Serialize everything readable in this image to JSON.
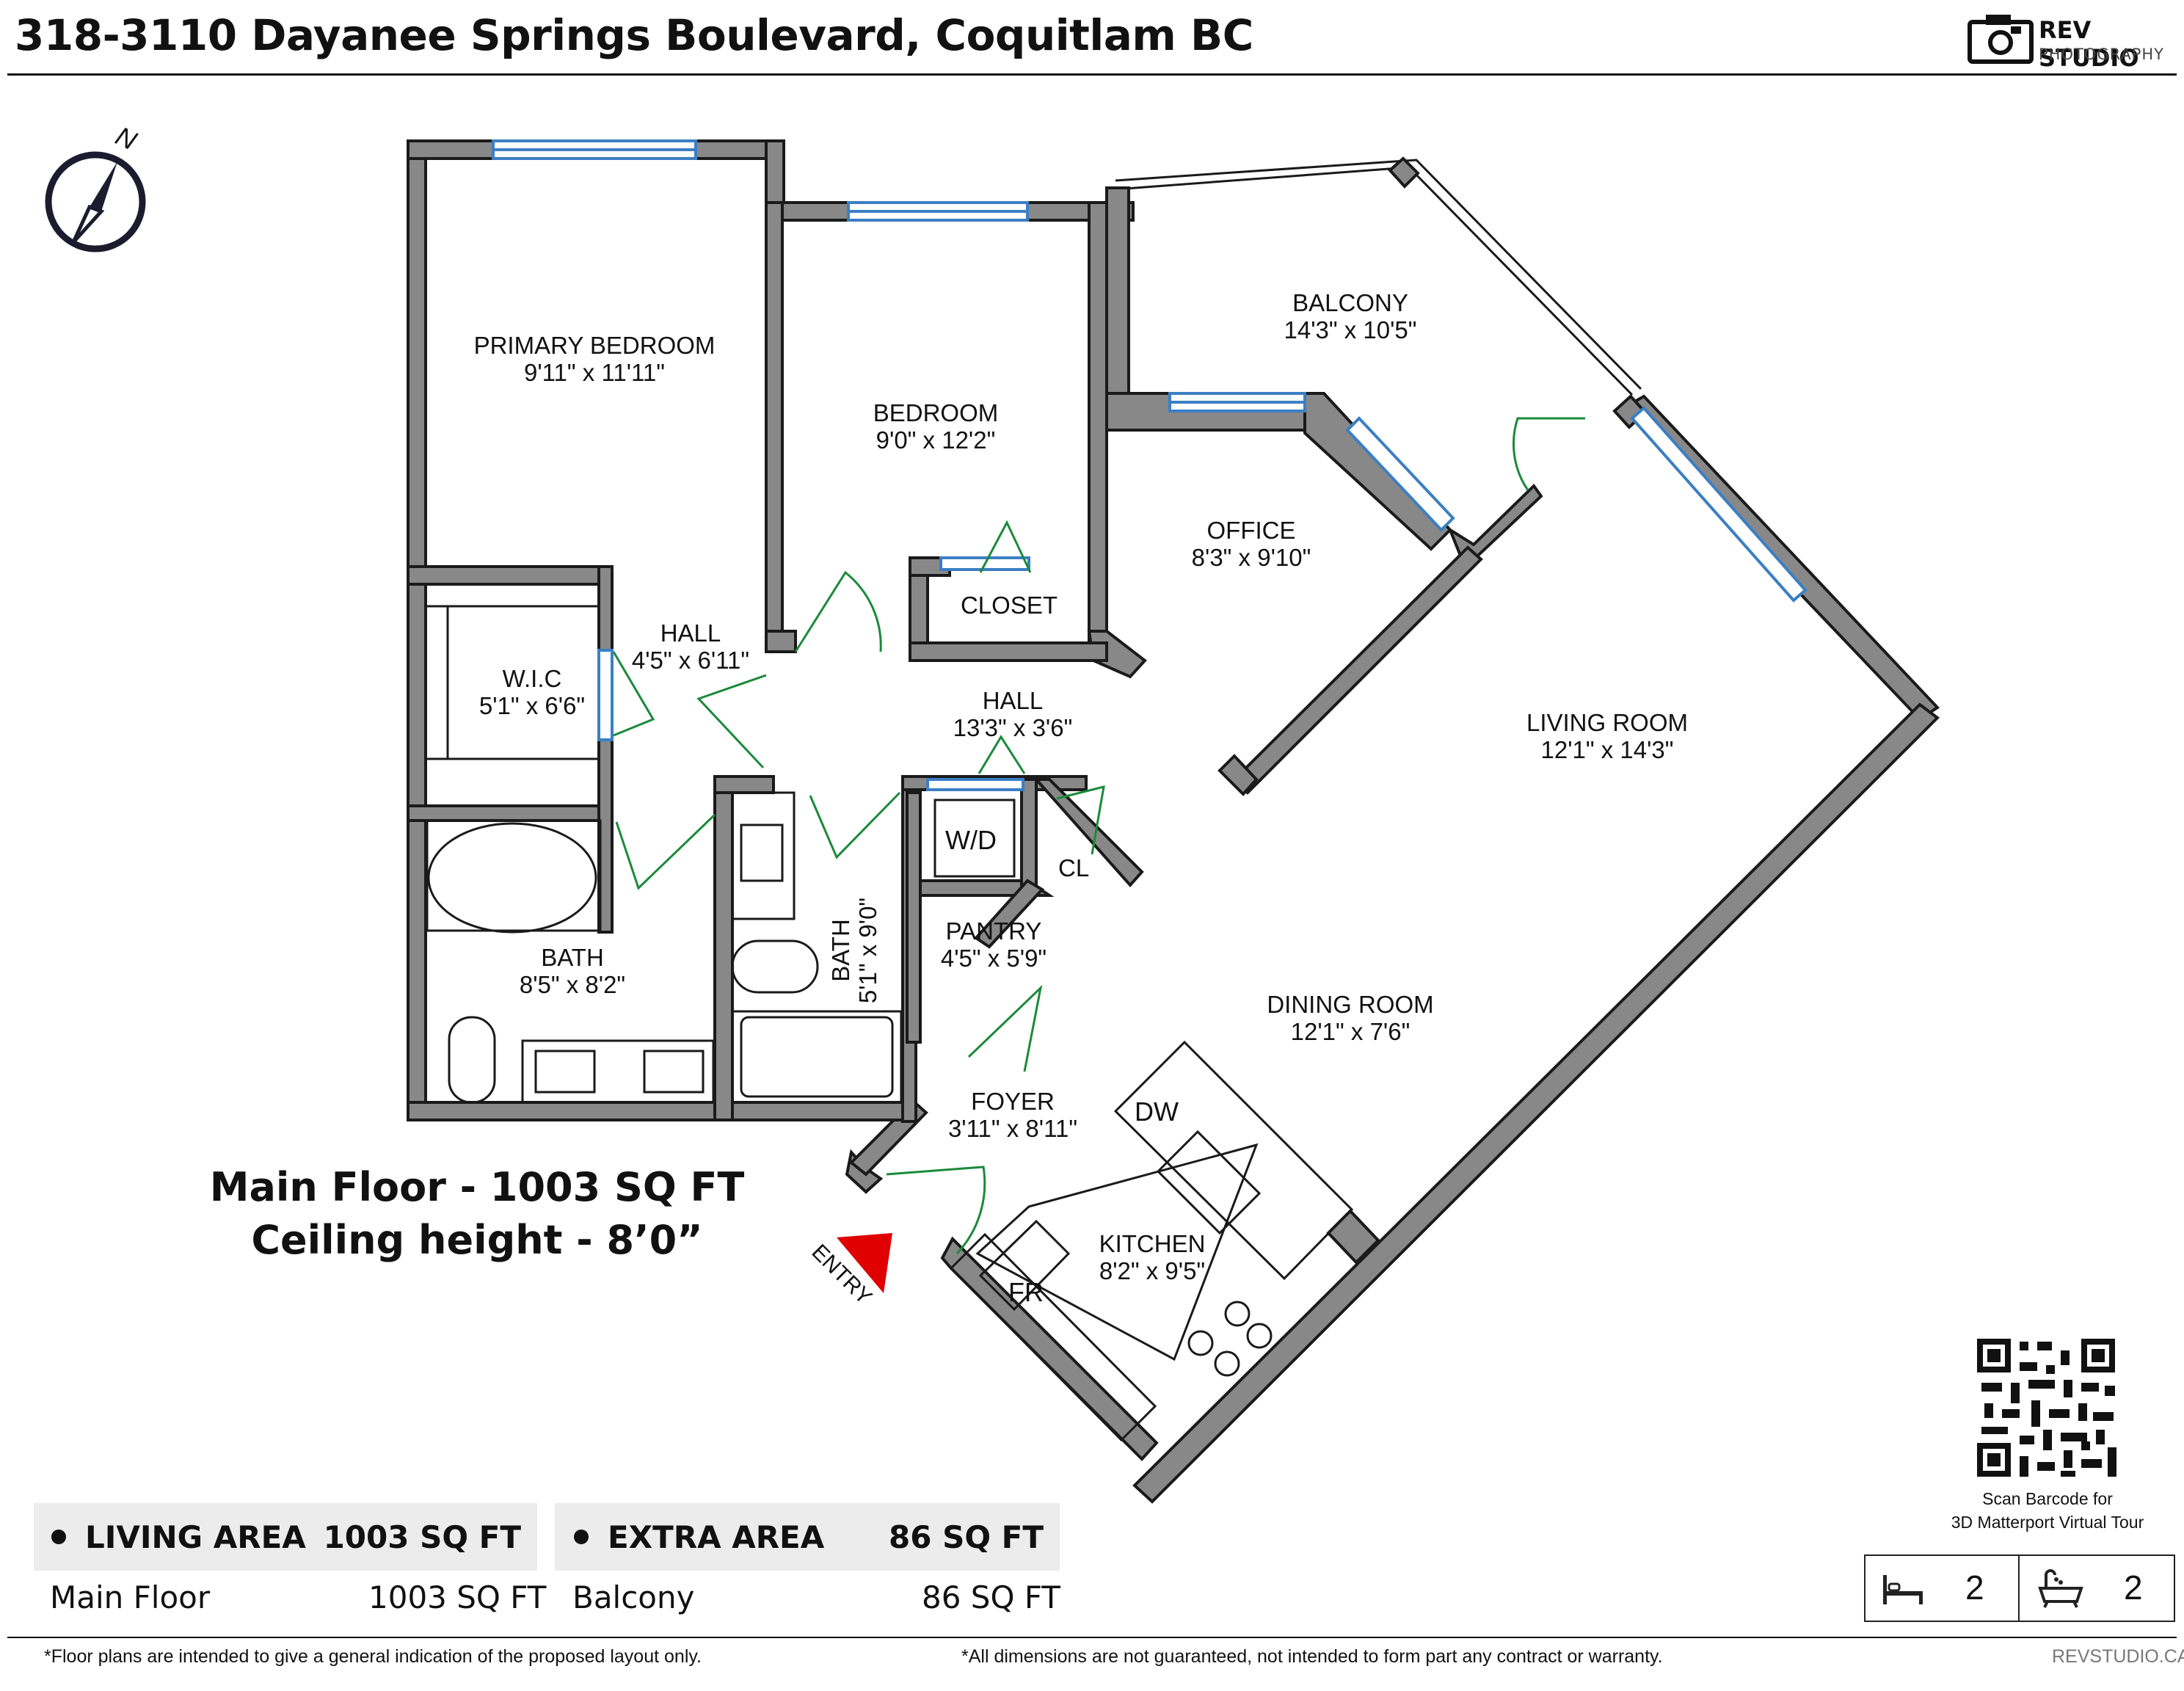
{
  "header": {
    "address": "318-3110 Dayanee Springs Boulevard, Coquitlam BC",
    "brand_name": "REV STUDIO",
    "brand_sub": "PHOTOGRAPHY"
  },
  "compass": {
    "label": "N",
    "icon": "compass-icon"
  },
  "rooms": {
    "primary_bedroom": {
      "name": "PRIMARY BEDROOM",
      "dims": "9'11\" x 11'11\""
    },
    "bedroom": {
      "name": "BEDROOM",
      "dims": "9'0\" x 12'2\""
    },
    "balcony": {
      "name": "BALCONY",
      "dims": "14'3\" x 10'5\""
    },
    "office": {
      "name": "OFFICE",
      "dims": "8'3\" x 9'10\""
    },
    "closet": {
      "name": "CLOSET"
    },
    "hall_1": {
      "name": "HALL",
      "dims": "4'5\" x 6'11\""
    },
    "wic": {
      "name": "W.I.C",
      "dims": "5'1\" x 6'6\""
    },
    "hall_2": {
      "name": "HALL",
      "dims": "13'3\" x 3'6\""
    },
    "living_room": {
      "name": "LIVING ROOM",
      "dims": "12'1\" x 14'3\""
    },
    "bath_main": {
      "name": "BATH",
      "dims": "8'5\" x 8'2\""
    },
    "bath_2": {
      "name": "BATH",
      "dims": "5'1\" x 9'0\""
    },
    "wd": {
      "name": "W/D"
    },
    "cl": {
      "name": "CL"
    },
    "pantry": {
      "name": "PANTRY",
      "dims": "4'5\" x 5'9\""
    },
    "dining_room": {
      "name": "DINING ROOM",
      "dims": "12'1\" x 7'6\""
    },
    "foyer": {
      "name": "FOYER",
      "dims": "3'11\" x 8'11\""
    },
    "kitchen": {
      "name": "KITCHEN",
      "dims": "8'2\" x 9'5\""
    },
    "dw": {
      "name": "DW"
    },
    "fr": {
      "name": "FR"
    },
    "entry": {
      "name": "ENTRY"
    }
  },
  "summary": {
    "line1": "Main Floor - 1003 SQ FT",
    "line2": "Ceiling height - 8’0”"
  },
  "area_table": {
    "living": {
      "label": "LIVING AREA",
      "total": "1003 SQ FT",
      "rows": [
        {
          "name": "Main Floor",
          "value": "1003 SQ FT"
        }
      ]
    },
    "extra": {
      "label": "EXTRA AREA",
      "total": "86 SQ FT",
      "rows": [
        {
          "name": "Balcony",
          "value": "86 SQ FT"
        }
      ]
    }
  },
  "qr": {
    "caption_line1": "Scan Barcode for",
    "caption_line2": "3D Matterport Virtual Tour"
  },
  "counts": {
    "bedrooms": "2",
    "bathrooms": "2",
    "bed_icon": "bed-icon",
    "bath_icon": "bathtub-icon"
  },
  "footer": {
    "disclaimer_left": "*Floor plans are intended to give a general indication of the proposed layout only.",
    "disclaimer_right": "*All dimensions are not guaranteed, not intended to form part any contract or warranty.",
    "website": "REVSTUDIO.CA"
  },
  "colors": {
    "wall": "#888888",
    "wall_edge": "#1a1a1a",
    "window": "#3b7fc4",
    "door": "#1a8a3a",
    "entry_marker": "#e00000"
  }
}
